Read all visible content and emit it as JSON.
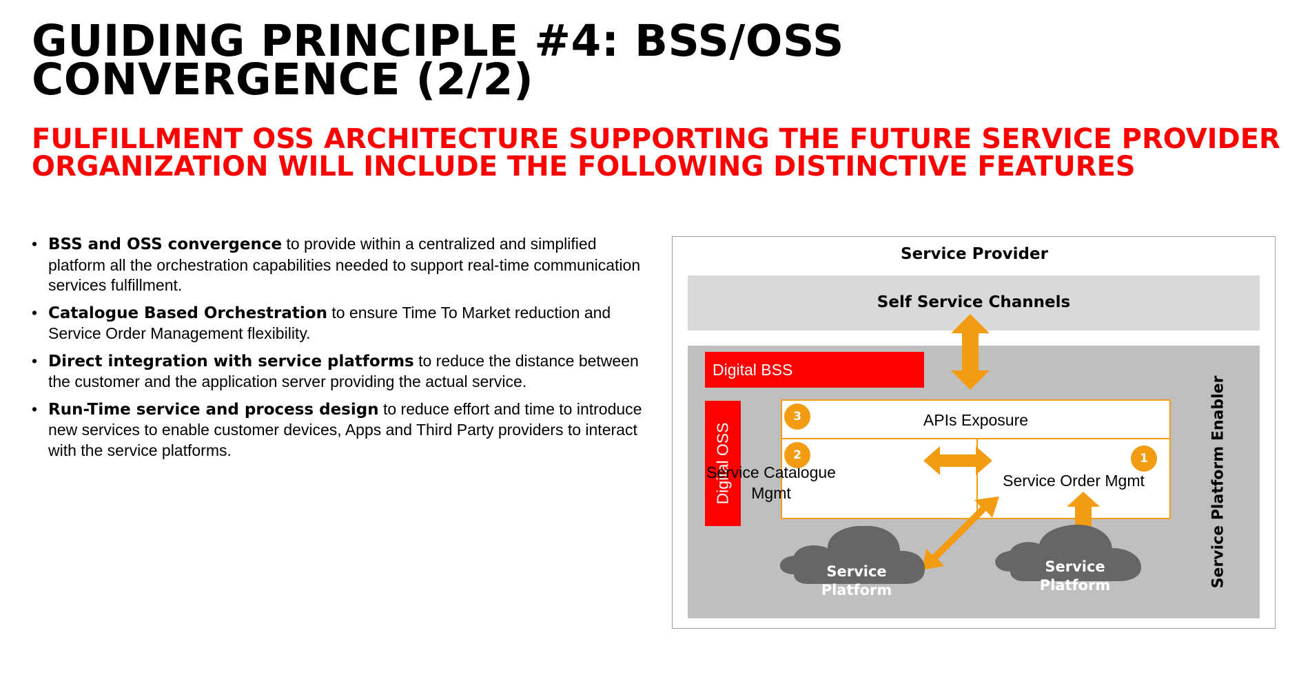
{
  "title": {
    "line1": "GUIDING PRINCIPLE #4: BSS/OSS",
    "line2": "CONVERGENCE (2/2)"
  },
  "subtitle": {
    "line1": "FULFILLMENT OSS ARCHITECTURE SUPPORTING THE FUTURE SERVICE PROVIDER",
    "line2": "ORGANIZATION WILL INCLUDE THE FOLLOWING DISTINCTIVE FEATURES"
  },
  "bullets": [
    {
      "bold": "BSS and OSS convergence",
      "text": " to provide within a centralized and simplified platform all the orchestration capabilities needed to support real-time communication services fulfillment."
    },
    {
      "bold": "Catalogue Based Orchestration",
      "text": " to ensure Time To Market reduction and Service Order Management flexibility."
    },
    {
      "bold": "Direct integration with service platforms",
      "text": " to reduce the distance between the customer and the application server providing the actual service."
    },
    {
      "bold": "Run-Time service and process design",
      "text": " to reduce effort and time to introduce new services to enable customer devices, Apps and Third Party providers to interact with the service platforms."
    }
  ],
  "bullet_symbol": "•",
  "diagram": {
    "title": "Service Provider",
    "self_service": "Self Service Channels",
    "digital_bss": "Digital BSS",
    "digital_oss": "Digital OSS",
    "apis": "APIs Exposure",
    "catalogue_line1": "Service Catalogue",
    "catalogue_line2": "Mgmt",
    "order": "Service Order Mgmt",
    "badges": {
      "b1": "1",
      "b2": "2",
      "b3": "3"
    },
    "cloud_left": {
      "line1": "Service",
      "line2": "Platform"
    },
    "cloud_right": {
      "line1": "Service",
      "line2": "Platform"
    },
    "enabler": "Service Platform Enabler",
    "colors": {
      "red": "#ff0000",
      "orange": "#f39c12",
      "light_gray": "#d9d9d9",
      "mid_gray": "#bfbfbf",
      "cloud_gray": "#666666"
    }
  }
}
